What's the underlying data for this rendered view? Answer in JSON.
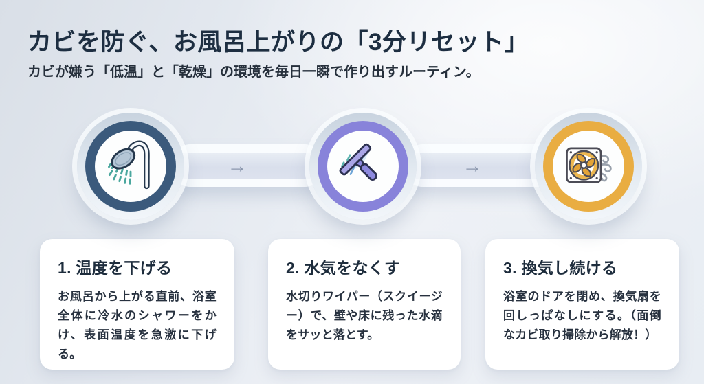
{
  "page": {
    "title": "カビを防ぐ、お風呂上がりの「3分リセット」",
    "subtitle": "カビが嫌う「低温」と「乾燥」の環境を毎日一瞬で作り出すルーティン。"
  },
  "flow": {
    "arrow": "→",
    "nodes": [
      {
        "icon": "shower-icon",
        "ring_color": "#3b5a7c"
      },
      {
        "icon": "squeegee-icon",
        "ring_color": "#8883da"
      },
      {
        "icon": "fan-icon",
        "ring_color": "#e9ad42"
      }
    ]
  },
  "steps": [
    {
      "title": "1. 温度を下げる",
      "body": "お風呂から上がる直前、浴室全体に冷水のシャワーをかけ、表面温度を急激に下げる。"
    },
    {
      "title": "2. 水気をなくす",
      "body": "水切りワイパー（スクイージー）で、壁や床に残った水滴をサッと落とす。"
    },
    {
      "title": "3. 換気し続ける",
      "body": "浴室のドアを閉め、換気扇を回しっぱなしにする。（面倒なカビ取り掃除から解放！）"
    }
  ],
  "colors": {
    "title_text": "#1d2e41",
    "body_text": "#27313f",
    "ring_navy": "#3b5a7c",
    "ring_purple": "#8883da",
    "ring_amber": "#e9ad42",
    "spray_teal": "#4aa79e",
    "arrow_gray": "#8b97ad",
    "card_bg": "#ffffff"
  }
}
